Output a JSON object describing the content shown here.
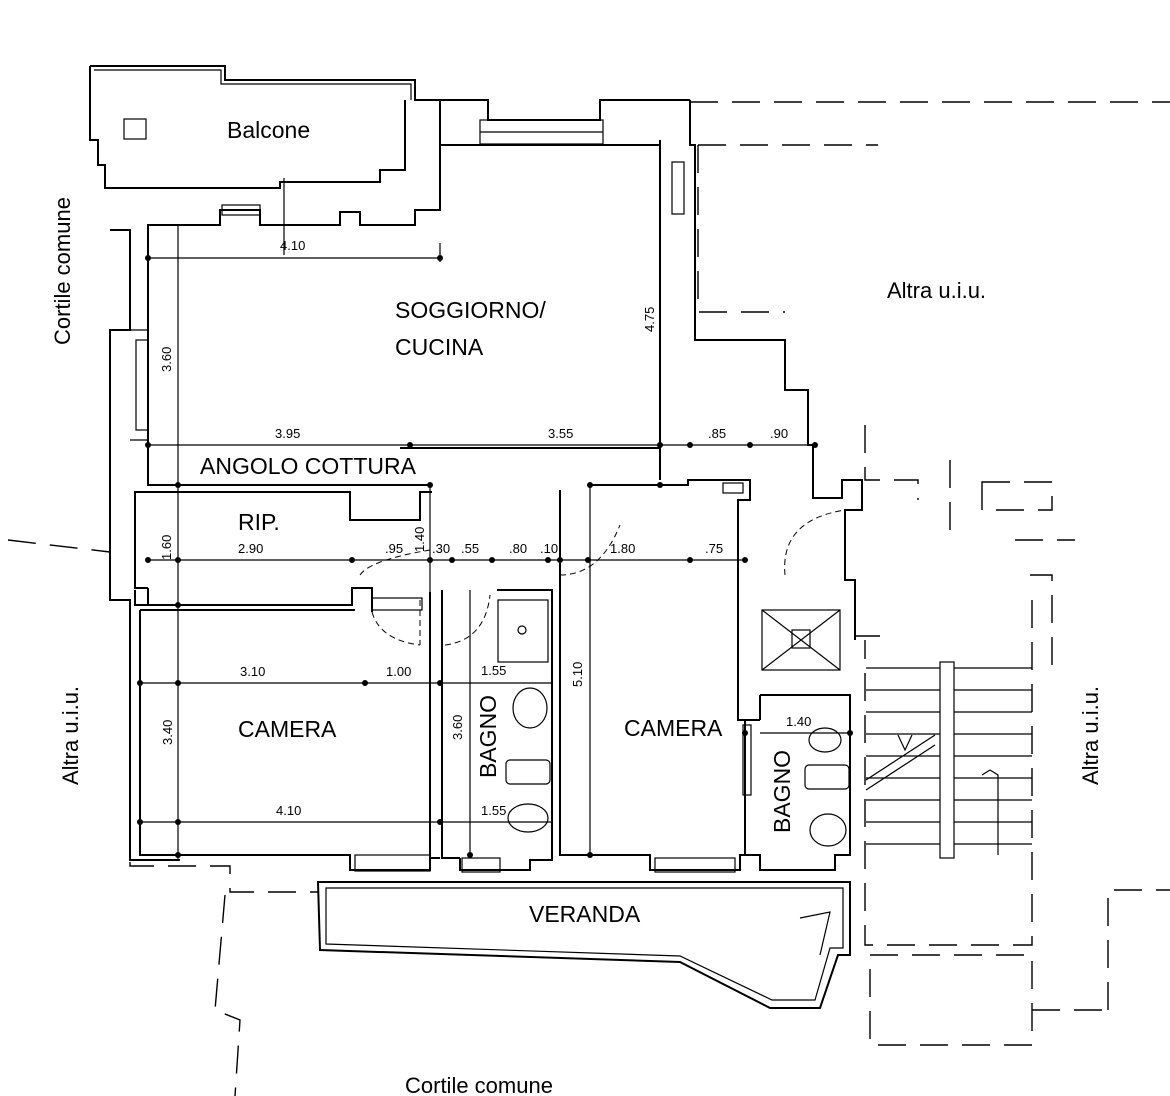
{
  "labels": {
    "balcone": "Balcone",
    "soggiorno_line1": "SOGGIORNO/",
    "soggiorno_line2": "CUCINA",
    "angolo_cottura": "ANGOLO COTTURA",
    "rip": "RIP.",
    "camera_left": "CAMERA",
    "camera_right": "CAMERA",
    "bagno_left": "BAGNO",
    "bagno_right": "BAGNO",
    "veranda": "VERANDA",
    "cortile_left": "Cortile comune",
    "cortile_bottom": "Cortile comune",
    "altra_top": "Altra u.i.u.",
    "altra_left": "Altra u.i.u.",
    "altra_right": "Altra u.i.u."
  },
  "dimensions": {
    "d_4_10_top": "4.10",
    "d_4_75": "4.75",
    "d_3_60_top": "3.60",
    "d_3_95": "3.95",
    "d_3_55": "3.55",
    "d_0_85": ".85",
    "d_0_90": ".90",
    "d_1_60": "1.60",
    "d_2_90": "2.90",
    "d_0_95": ".95",
    "d_1_40_v": "1.40",
    "d_0_30": ".30",
    "d_0_55": ".55",
    "d_0_80": ".80",
    "d_0_10": ".10",
    "d_1_80": "1.80",
    "d_0_75": ".75",
    "d_3_10": "3.10",
    "d_1_00": "1.00",
    "d_1_55_a": "1.55",
    "d_5_10": "5.10",
    "d_3_40": "3.40",
    "d_3_60_bagno": "3.60",
    "d_1_40_h": "1.40",
    "d_4_10_bottom": "4.10",
    "d_1_55_b": "1.55"
  }
}
